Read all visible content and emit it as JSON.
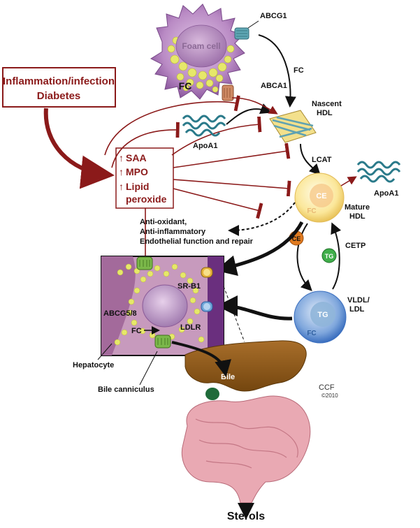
{
  "cell": {
    "foam_cell": "Foam cell",
    "fc": "FC",
    "abcg1": "ABCG1",
    "abca1": "ABCA1",
    "fc_arrow": "FC"
  },
  "risk_box": {
    "line1": "Inflammation/infection",
    "line2": "Diabetes"
  },
  "markers": {
    "saa": "SAA",
    "mpo": "MPO",
    "lipid1": "Lipid",
    "lipid2": "peroxide",
    "up_arrow": "↑"
  },
  "hdl": {
    "apoa1_left": "ApoA1",
    "nascent1": "Nascent",
    "nascent2": "HDL",
    "lcat": "LCAT",
    "apoa1_right": "ApoA1",
    "mature1": "Mature",
    "mature2": "HDL",
    "ce": "CE",
    "fc": "FC"
  },
  "functions": {
    "line1": "Anti-oxidant,",
    "line2": "Anti-inflammatory",
    "line3": "Endothelial function and repair"
  },
  "exchange": {
    "ce": "CE",
    "tg": "TG",
    "cetp": "CETP",
    "vldl1": "VLDL/",
    "vldl2": "LDL",
    "vldl_tg": "TG",
    "vldl_fc": "FC"
  },
  "liver": {
    "abcg58": "ABCG5/8",
    "srb1": "SR-B1",
    "ldlr": "LDLR",
    "fc": "FC",
    "hepatocyte": "Hepatocyte",
    "bile_canniculus": "Bile canniculus",
    "bile": "Bile",
    "sterols": "Sterols",
    "ccf": "CCF",
    "copyright": "©2010"
  },
  "colors": {
    "inhibit_red": "#8b1a1a",
    "cell_purple": "#b98ac4",
    "lipid_yellow": "#e6e86a",
    "hdl_yellow": "#f6dc7a",
    "ldl_blue": "#5a8fd0",
    "liver_brown": "#8c5a1e",
    "intestine_pink": "#e9a9b3"
  }
}
